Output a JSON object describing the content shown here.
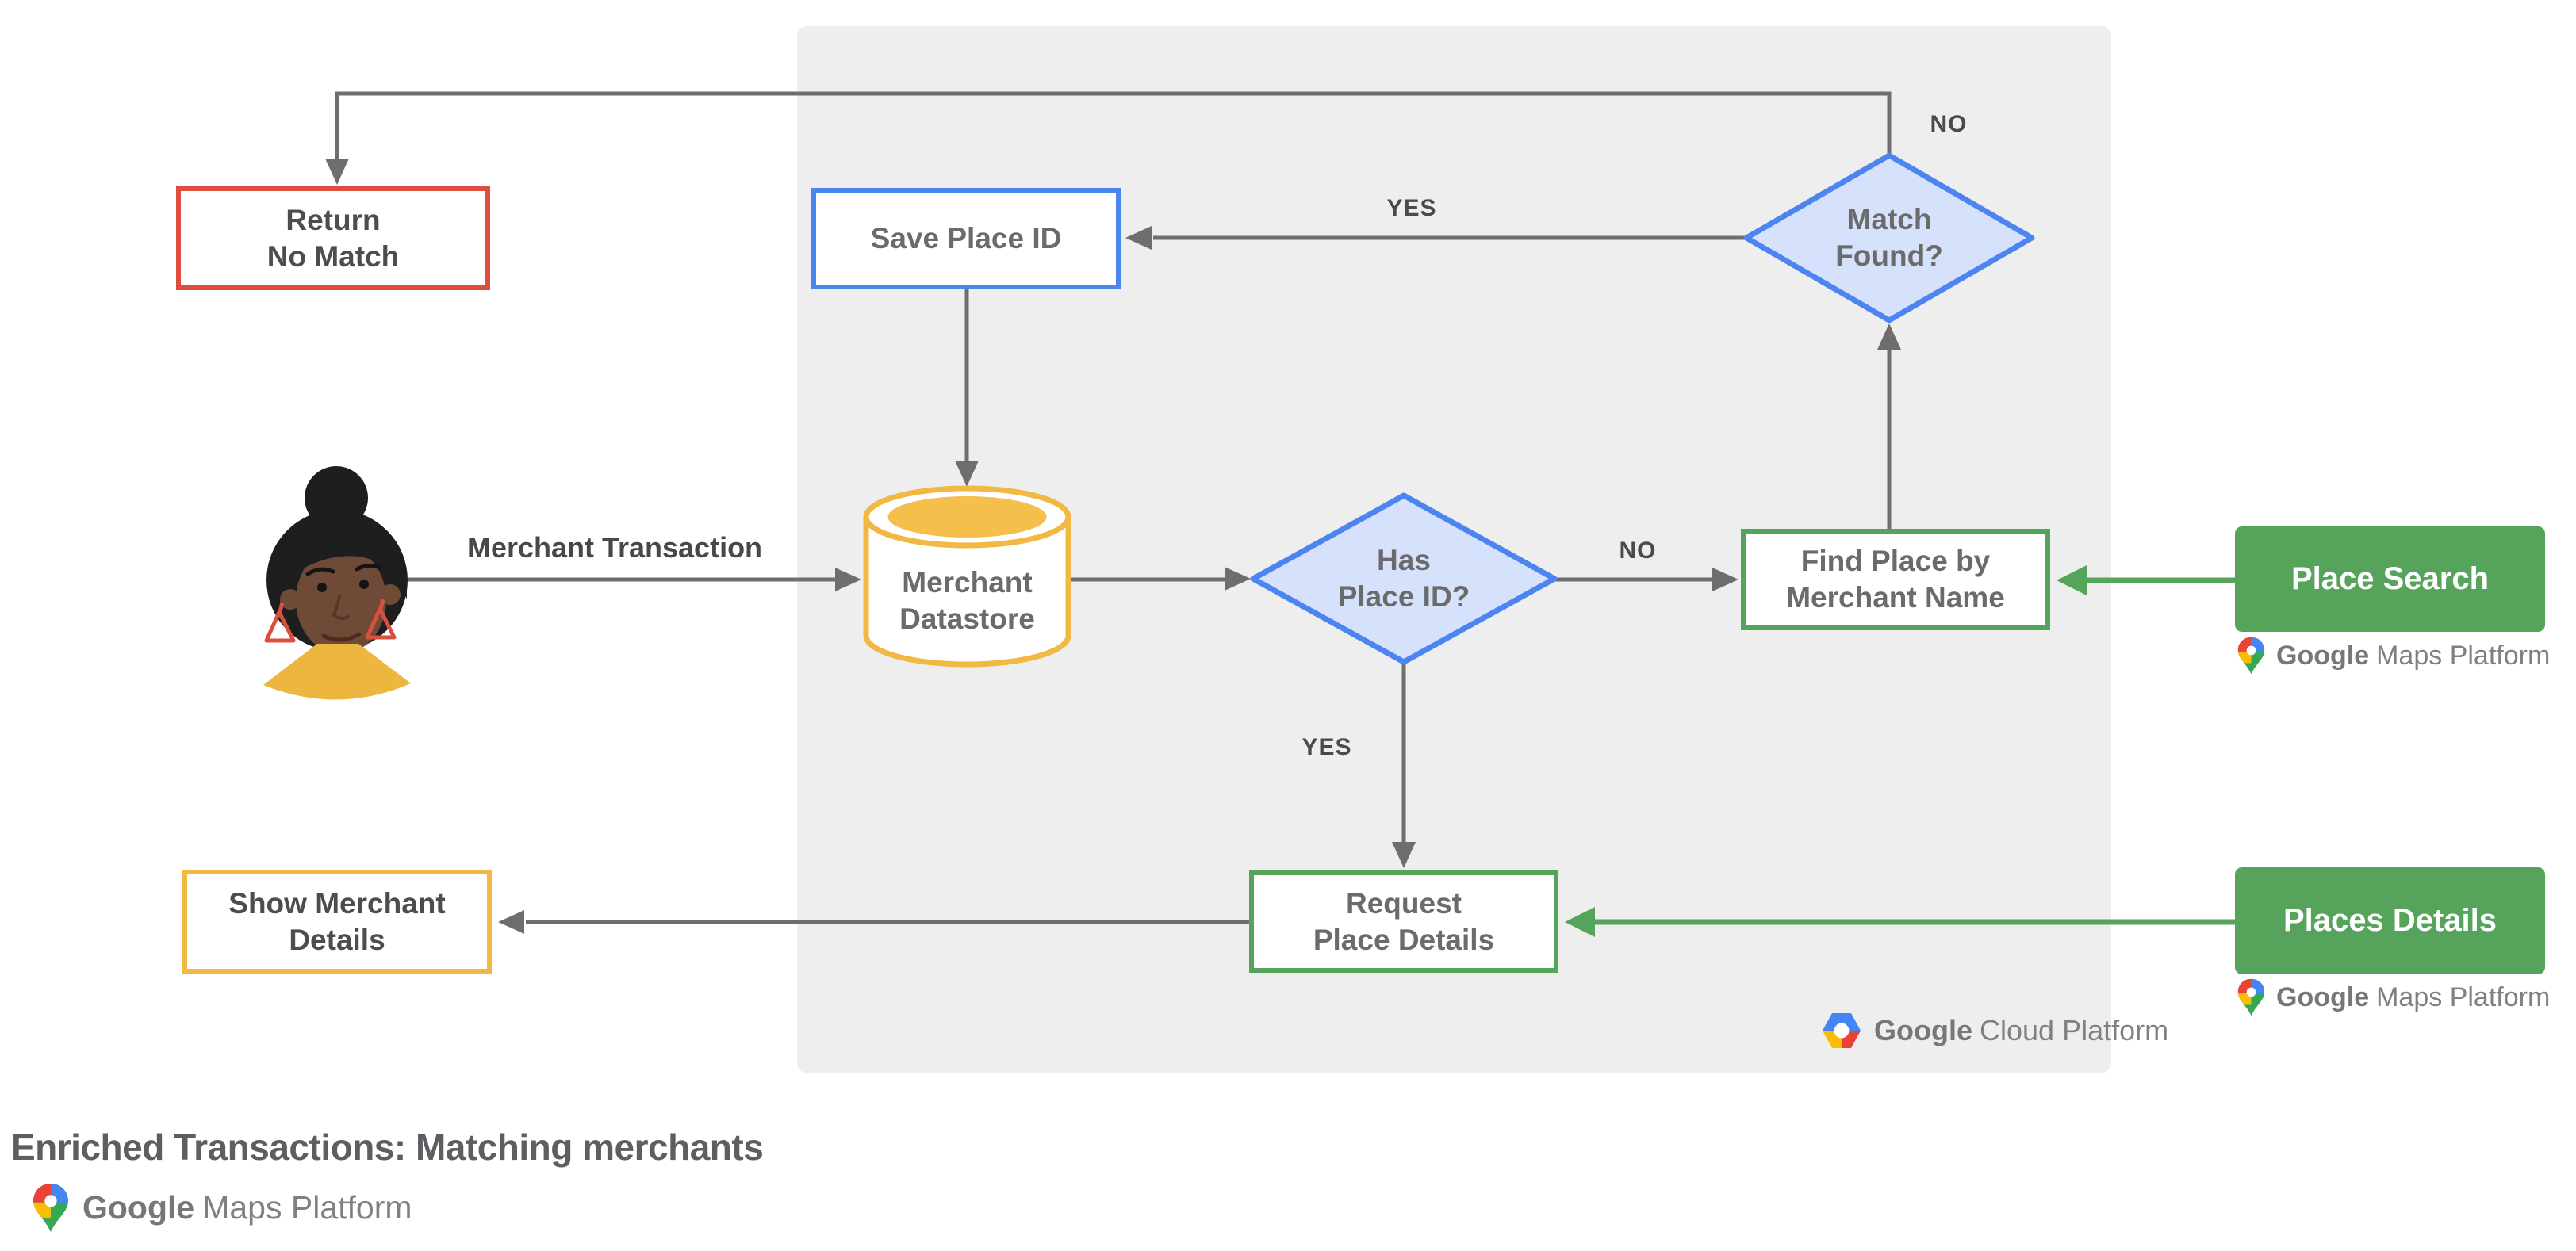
{
  "title": "Enriched Transactions: Matching merchants",
  "colors": {
    "red": "#DE4E3E",
    "blue": "#4D85F0",
    "blue_fill": "#D6E1FB",
    "yellow": "#F2B844",
    "amber_fill": "#F4C04B",
    "green": "#56A45C",
    "panel_gray": "#EEEEEE",
    "wire_gray": "#6E6E6E",
    "node_text": "#6B6B6B",
    "dark_text": "#4A4A4A"
  },
  "nodes": {
    "return_no_match": {
      "line1": "Return",
      "line2": "No Match"
    },
    "save_place_id": {
      "label": "Save Place ID"
    },
    "merchant_datastore": {
      "line1": "Merchant",
      "line2": "Datastore"
    },
    "has_place_id": {
      "line1": "Has",
      "line2": "Place ID?"
    },
    "match_found": {
      "line1": "Match",
      "line2": "Found?"
    },
    "find_place_by_merchant_name": {
      "line1": "Find Place by",
      "line2": "Merchant Name"
    },
    "request_place_details": {
      "line1": "Request",
      "line2": "Place Details"
    },
    "show_merchant_details": {
      "line1": "Show Merchant",
      "line2": "Details"
    }
  },
  "api_boxes": {
    "place_search": {
      "label": "Place Search"
    },
    "places_details": {
      "label": "Places Details"
    }
  },
  "edge_labels": {
    "merchant_transaction": "Merchant Transaction",
    "yes_match_to_save": "YES",
    "no_match_loop": "NO",
    "no_has_to_find": "NO",
    "yes_has_to_request": "YES"
  },
  "logos": {
    "maps_platform": {
      "google": "Google",
      "product": "Maps Platform"
    },
    "cloud_platform": {
      "google": "Google",
      "product": "Cloud Platform"
    }
  },
  "icons": {
    "customer_avatar": "woman-avatar",
    "maps_pin": "google-maps-pin-icon",
    "cloud_hex": "google-cloud-hexagon-icon",
    "datastore": "database-cylinder-icon"
  }
}
